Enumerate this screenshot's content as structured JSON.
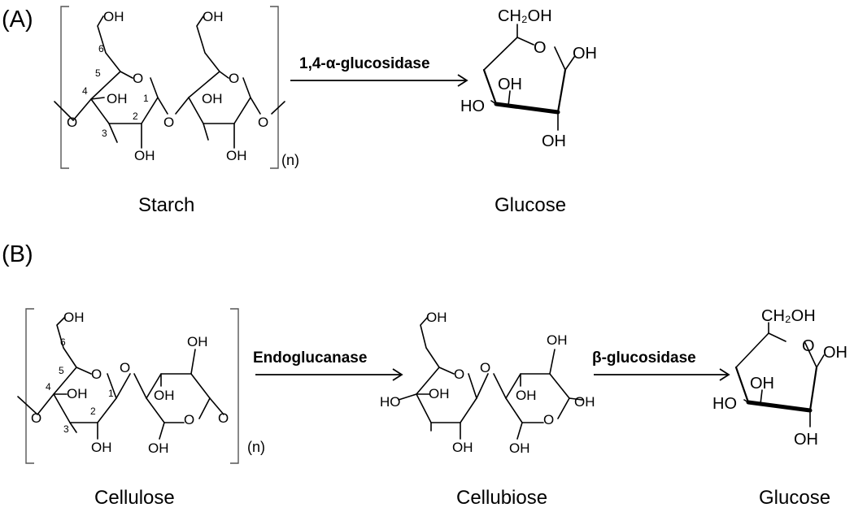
{
  "panel_labels": {
    "a": "(A)",
    "b": "(B)"
  },
  "captions": {
    "starch": "Starch",
    "glucose_a": "Glucose",
    "cellulose": "Cellulose",
    "cellobiose": "Cellubiose",
    "glucose_b": "Glucose"
  },
  "enzymes": {
    "a": "1,4-α-glucosidase",
    "b1": "Endoglucanase",
    "b2": "β-glucosidase"
  },
  "atoms": {
    "oh": "OH",
    "ho": "HO",
    "o": "O",
    "ch2oh": "CH₂OH",
    "repeat": "(n)"
  },
  "carbon_numbers": [
    "1",
    "2",
    "3",
    "4",
    "5",
    "6"
  ],
  "colors": {
    "line": "#000000",
    "bracket": "#555555",
    "background": "#ffffff"
  }
}
